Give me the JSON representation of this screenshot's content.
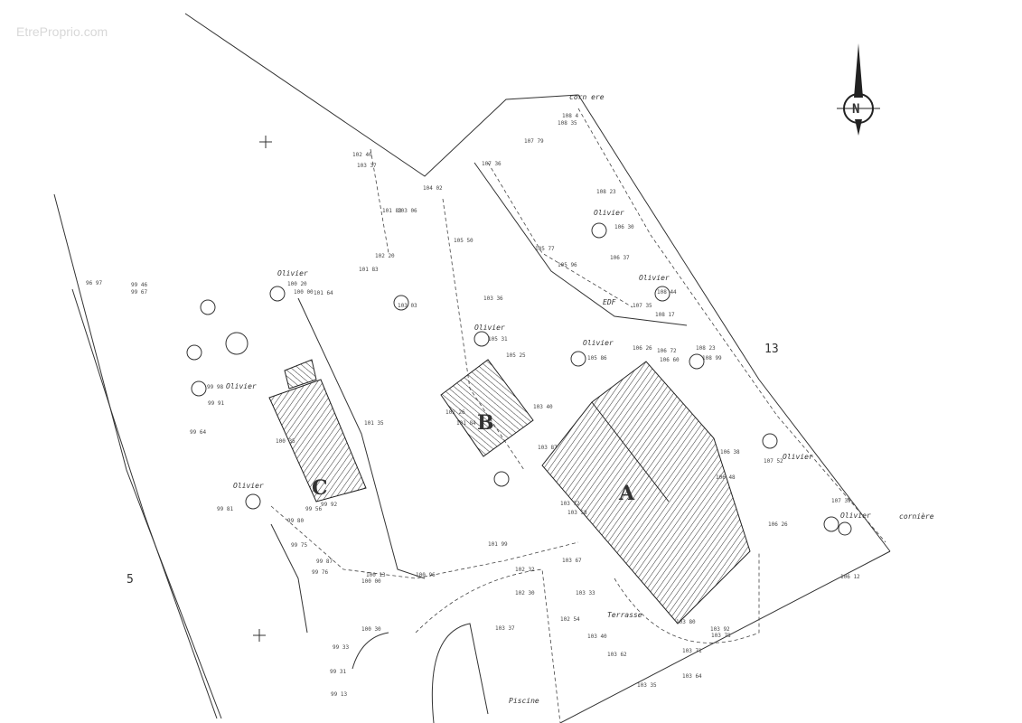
{
  "watermark": "EtreProprio.com",
  "north_label": "N",
  "buildings": [
    {
      "id": "A"
    },
    {
      "id": "B"
    },
    {
      "id": "C"
    }
  ],
  "parcels": [
    "5",
    "13"
  ],
  "labels": {
    "olivier": "Olivier",
    "terrasse": "Terrasse",
    "piscine": "Piscine",
    "corniere": "cornière",
    "corniere_top": "corn ere",
    "edf": "EDF"
  },
  "elevations": [
    "108 4",
    "108 35",
    "107 79",
    "107 36",
    "108 23",
    "106 30",
    "105 77",
    "106 37",
    "105 96",
    "108 44",
    "107 35",
    "108 17",
    "106 26",
    "106 72",
    "106 60",
    "108 23",
    "108 99",
    "105 50",
    "103 36",
    "105 31",
    "105 25",
    "105 86",
    "102 40",
    "103 37",
    "104 02",
    "101 83",
    "103 06",
    "102 20",
    "101 83",
    "101 64",
    "103 03",
    "100 20",
    "100 00",
    "101 35",
    "100 35",
    "102 26",
    "101 84",
    "103 40",
    "103 87",
    "103 72",
    "103 58",
    "99 56",
    "99 92",
    "99 80",
    "99 75",
    "99 87",
    "99 76",
    "101 99",
    "100 96",
    "100 13",
    "100 00",
    "103 67",
    "102 32",
    "102 30",
    "102 54",
    "103 33",
    "103 40",
    "103 62",
    "103 80",
    "103 92",
    "103 78",
    "103 71",
    "103 64",
    "103 35",
    "103 37",
    "100 30",
    "99 33",
    "99 31",
    "99 13",
    "107 39",
    "106 26",
    "106 38",
    "106 48",
    "106 12",
    "107 52",
    "96 97",
    "99 46",
    "99 67",
    "99 98",
    "99 91",
    "99 64",
    "99 81"
  ]
}
